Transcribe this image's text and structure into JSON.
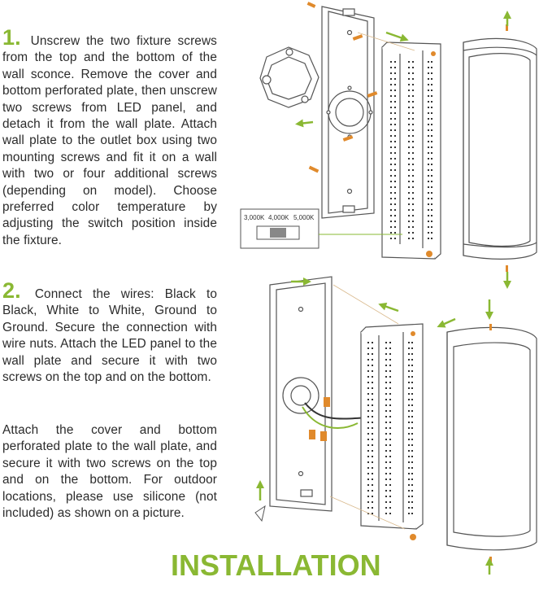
{
  "steps": [
    {
      "number": "1.",
      "text": "Unscrew the two fixture screws from the top and the bottom of the wall sconce. Remove the cover and bottom perforated plate, then unscrew two screws from LED panel, and detach it from the wall plate. Attach wall plate to the outlet box using two mounting screws and fit it on a wall with two or four additional screws (depending on model). Choose preferred color temperature by adjusting the switch position inside the fixture."
    },
    {
      "number": "2.",
      "text": "Connect the wires: Black to Black, White to White, Ground to Ground. Secure the connection with wire nuts. Attach the LED panel to the wall plate and secure it with two screws on the top and on the bottom."
    },
    {
      "number": "",
      "text": "Attach the cover and bottom perforated plate to the wall plate, and secure it with two screws on the top and on the bottom. For outdoor locations, please use silicone (not included) as shown on a picture."
    }
  ],
  "title": "INSTALLATION",
  "color_temp_options": [
    "3,000K",
    "4,000K",
    "5,000K"
  ],
  "colors": {
    "accent": "#8ab833",
    "text": "#2b2b2b",
    "line": "#555555",
    "screw": "#e08a2c"
  }
}
